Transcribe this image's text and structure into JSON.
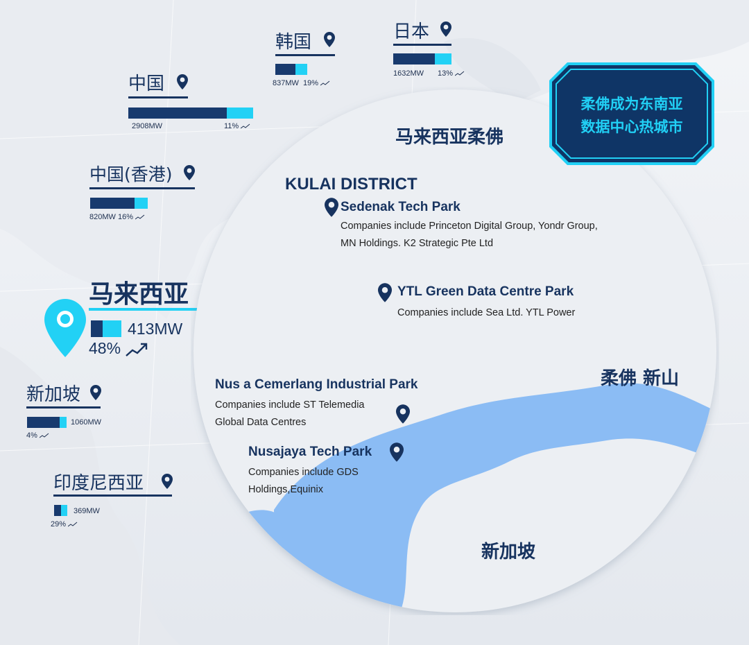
{
  "badge": {
    "line1": "柔佛成为东南亚",
    "line2": "数据中心热城市"
  },
  "regions": {
    "china": {
      "name": "中国",
      "capacity": "2908MW",
      "growth": "11%"
    },
    "korea": {
      "name": "韩国",
      "capacity": "837MW",
      "growth": "19%"
    },
    "japan": {
      "name": "日本",
      "capacity": "1632MW",
      "growth": "13%"
    },
    "hongkong": {
      "name": "中国(香港)",
      "capacity": "820MW",
      "growth": "16%"
    },
    "malaysia": {
      "name": "马来西亚",
      "capacity": "413MW",
      "growth": "48%"
    },
    "singapore": {
      "name": "新加坡",
      "capacity": "1060MW",
      "growth": "4%"
    },
    "indonesia": {
      "name": "印度尼西亚",
      "capacity": "369MW",
      "growth": "29%"
    }
  },
  "circle": {
    "title": "马来西亚柔佛",
    "district": "KULAI DISTRICT",
    "johor_bahru": "柔佛 新山",
    "singapore": "新加坡",
    "parks": [
      {
        "name": "Sedenak Tech Park",
        "desc1": "Companies include Princeton Digital Group, Yondr Group,",
        "desc2": "MN Holdings. K2 Strategic Pte Ltd"
      },
      {
        "name": "YTL Green Data Centre Park",
        "desc1": "Companies include Sea Ltd. YTL Power",
        "desc2": ""
      },
      {
        "name": "Nus a Cemerlang Industrial Park",
        "desc1": "Companies include ST Telemedia",
        "desc2": "Global Data Centres"
      },
      {
        "name": "Nusajaya Tech Park",
        "desc1": "Companies include GDS",
        "desc2": "Holdings,Equinix"
      }
    ]
  },
  "bars": {
    "china": {
      "dark": 0.79,
      "light": 0.21
    },
    "korea": {
      "dark": 0.62,
      "light": 0.38
    },
    "japan": {
      "dark": 0.72,
      "light": 0.28
    },
    "hongkong": {
      "dark": 0.77,
      "light": 0.23
    },
    "malaysia": {
      "dark": 0.38,
      "light": 0.62
    },
    "singapore": {
      "dark": 0.83,
      "light": 0.17
    },
    "indonesia": {
      "dark": 0.5,
      "light": 0.5
    }
  },
  "colors": {
    "navy": "#17335f",
    "cyan": "#22d1f5",
    "water": "#8bbcf4"
  }
}
